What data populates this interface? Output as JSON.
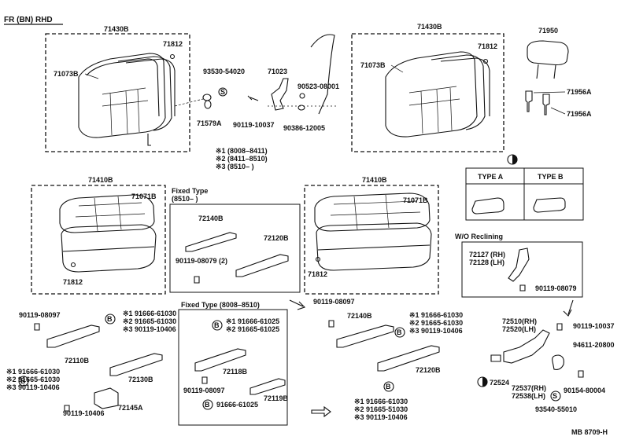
{
  "header": {
    "title": "FR (BN) RHD"
  },
  "footer": {
    "code": "MB 8709-H"
  },
  "labels": {
    "l71430b_left": "71430B",
    "l71812_left": "71812",
    "l71073b_left": "71073B",
    "l93530": "93530-54020",
    "l71579a": "71579A",
    "l71023": "71023",
    "l90523": "90523-08001",
    "l90119_10037_top": "90119-10037",
    "l90386": "90386-12005",
    "l71430b_right": "71430B",
    "l71812_right": "71812",
    "l71073b_right": "71073B",
    "l71950": "71950",
    "l71956a_1": "71956A",
    "l71956a_2": "71956A",
    "legend1": "※1 (8008–8411)",
    "legend2": "※2 (8411–8510)",
    "legend3": "※3 (8510–        )",
    "typea": "TYPE A",
    "typeb": "TYPE B",
    "l71410b_left": "71410B",
    "l71071b_left": "71071B",
    "l71812_cushion_left": "71812",
    "fixed_type_a": "Fixed Type",
    "fixed_type_b": "(8510–        )",
    "l72140b_fixed": "72140B",
    "l72120b_fixed": "72120B",
    "l90119_08079_2": "90119-08079 (2)",
    "l71410b_right": "71410B",
    "l71071b_right": "71071B",
    "l71812_cushion_right": "71812",
    "wo_reclining": "W/O Reclining",
    "l72127": "72127",
    "l72127_rh": "(RH)",
    "l72128": "72128",
    "l72128_lh": "(LH)",
    "l90119_08079_wo": "90119-08079",
    "l90119_08097_bl": "90119-08097",
    "bl1": "※1 91666-61030",
    "bl2": "※2 91665-61030",
    "bl3": "※3 90119-10406",
    "l72110b": "72110B",
    "l72130b": "72130B",
    "bl4": "※1 91666-61030",
    "bl5": "※2 91665-61030",
    "bl6": "※3 90119-10406",
    "l90119_10406": "90119-10406",
    "l72145a": "72145A",
    "fixed_type_2": "Fixed Type (8008–8510)",
    "c1": "※1 91666-61025",
    "c2": "※2 91665-61025",
    "l72118b": "72118B",
    "l90119_08097_c": "90119-08097",
    "l72119b": "72119B",
    "l91666_61025": "91666-61025",
    "l90119_08097_r": "90119-08097",
    "l72140b_r": "72140B",
    "r1": "※1 91666-61030",
    "r2": "※2 91665-61030",
    "r3": "※3 90119-10406",
    "l72120b_r": "72120B",
    "r4": "※1 91666-61030",
    "r5": "※2 91665-51030",
    "r6": "※3 90119-10406",
    "l72510": "72510",
    "l72510_rh": "(RH)",
    "l72520": "72520",
    "l72520_lh": "(LH)",
    "l90119_10037_r": "90119-10037",
    "l94611": "94611-20800",
    "l72524": "72524",
    "l72537": "72537",
    "l72537_rh": "(RH)",
    "l72538": "72538",
    "l72538_lh": "(LH)",
    "l90154": "90154-80004",
    "l93540": "93540-55010"
  },
  "markers": {
    "b": "B",
    "s": "S"
  }
}
